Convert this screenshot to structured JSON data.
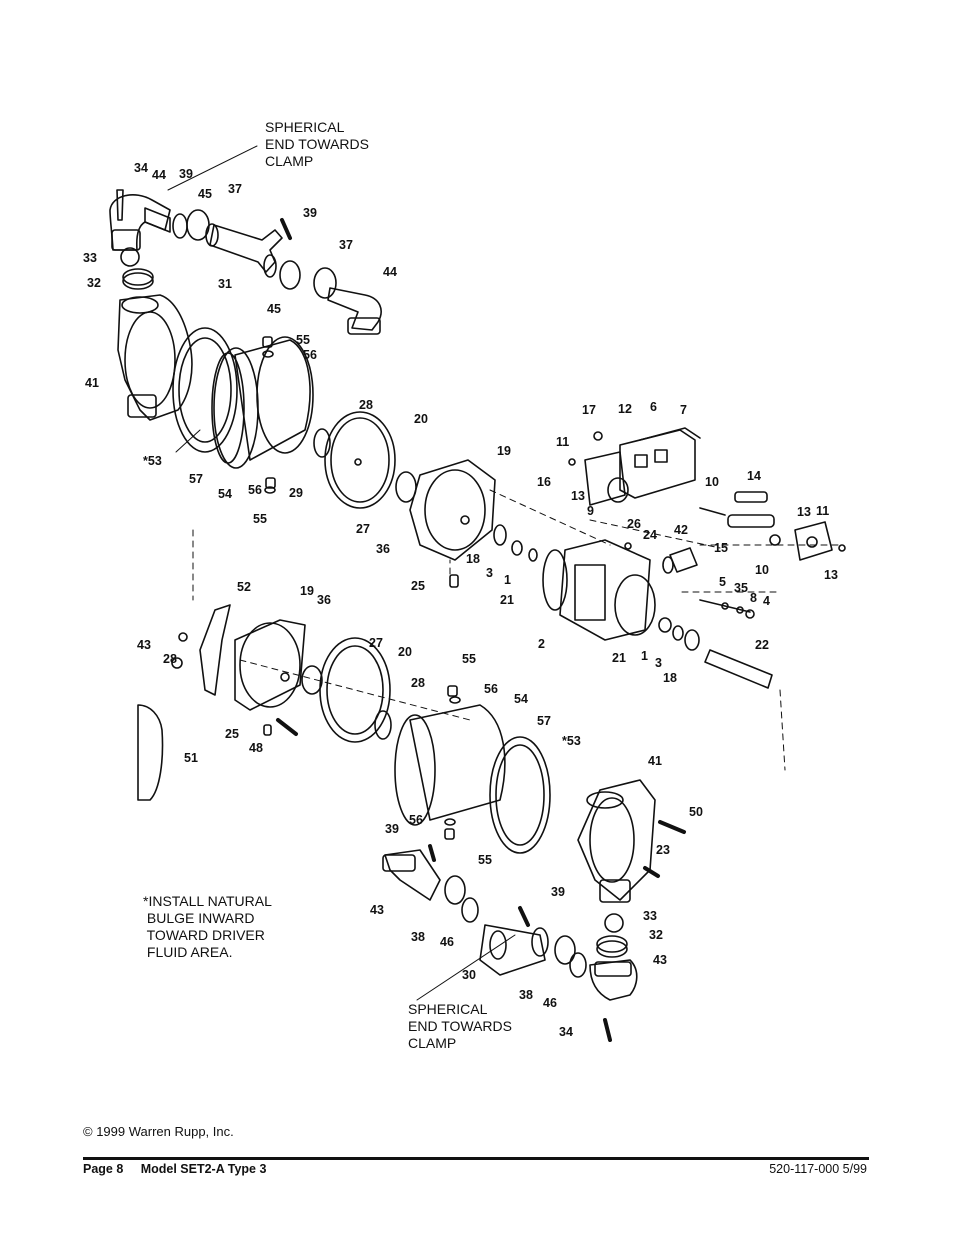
{
  "notes": {
    "spherical_top": "SPHERICAL\nEND TOWARDS\nCLAMP",
    "spherical_bottom": "SPHERICAL\nEND TOWARDS\nCLAMP",
    "install_note": "*INSTALL NATURAL\n BULGE INWARD\n TOWARD DRIVER\n FLUID AREA."
  },
  "callouts": [
    "34",
    "44",
    "39",
    "45",
    "37",
    "39",
    "37",
    "44",
    "33",
    "32",
    "31",
    "45",
    "41",
    "55",
    "56",
    "28",
    "20",
    "19",
    "*53",
    "57",
    "54",
    "56",
    "55",
    "29",
    "27",
    "36",
    "17",
    "12",
    "6",
    "7",
    "11",
    "16",
    "13",
    "9",
    "10",
    "14",
    "13",
    "11",
    "15",
    "13",
    "10",
    "26",
    "24",
    "42",
    "18",
    "3",
    "1",
    "21",
    "25",
    "2",
    "5",
    "35",
    "8",
    "4",
    "21",
    "1",
    "3",
    "18",
    "22",
    "52",
    "19",
    "36",
    "43",
    "28",
    "27",
    "20",
    "55",
    "56",
    "28",
    "54",
    "57",
    "*53",
    "25",
    "48",
    "51",
    "41",
    "50",
    "23",
    "39",
    "56",
    "55",
    "43",
    "39",
    "33",
    "38",
    "46",
    "30",
    "32",
    "43",
    "38",
    "46",
    "34"
  ],
  "copyright": "© 1999 Warren Rupp, Inc.",
  "footer": {
    "page": "Page 8",
    "model": "Model SET2-A Type 3",
    "doc_number": "520-117-000 5/99"
  }
}
